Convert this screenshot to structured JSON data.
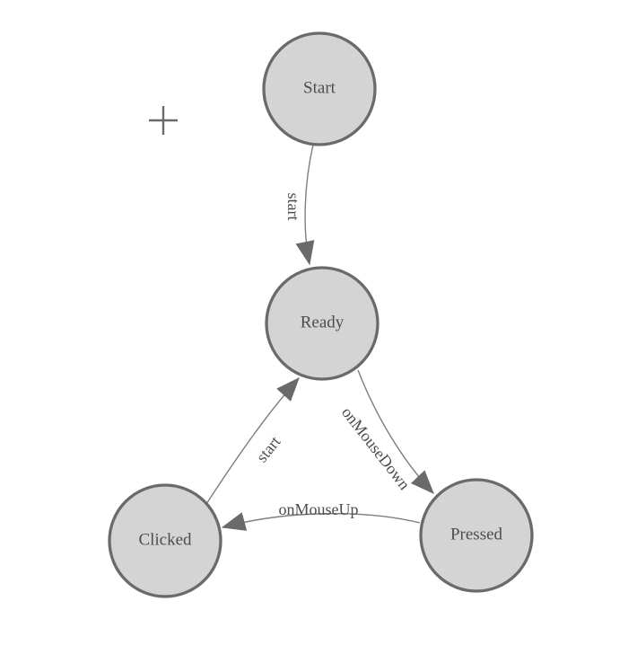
{
  "diagram": {
    "type": "state-machine",
    "nodes": [
      {
        "id": "start",
        "label": "Start"
      },
      {
        "id": "ready",
        "label": "Ready"
      },
      {
        "id": "clicked",
        "label": "Clicked"
      },
      {
        "id": "pressed",
        "label": "Pressed"
      }
    ],
    "edges": [
      {
        "from": "Start",
        "to": "Ready",
        "label": "start"
      },
      {
        "from": "Clicked",
        "to": "Ready",
        "label": "start"
      },
      {
        "from": "Ready",
        "to": "Pressed",
        "label": "onMouseDown"
      },
      {
        "from": "Pressed",
        "to": "Clicked",
        "label": "onMouseUp"
      }
    ],
    "icons": [
      {
        "name": "plus-crosshair-icon",
        "glyph": "+"
      }
    ],
    "colors": {
      "node_fill": "#d4d4d4",
      "node_border": "#6a6a6a",
      "edge_stroke": "#7d7d7d",
      "arrow_fill": "#6a6a6a",
      "label_text": "#4d4d4d",
      "background": "#ffffff"
    }
  }
}
